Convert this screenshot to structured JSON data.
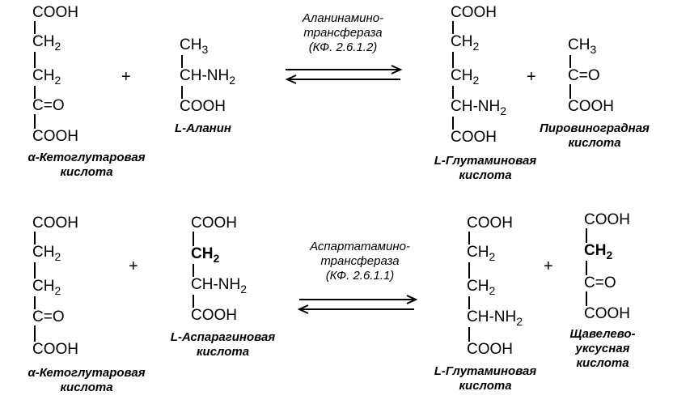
{
  "reaction1": {
    "enzyme": [
      "Аланинамино-",
      "трансфераза",
      "(КФ. 2.6.1.2)"
    ],
    "plus": "+",
    "akg": {
      "groups": [
        "COOH",
        "CH",
        "CH",
        "C=O",
        "COOH"
      ],
      "sub2": "2",
      "label": [
        "α-Кетоглутаровая",
        "кислота"
      ]
    },
    "ala": {
      "groups": [
        "CH",
        "CH-NH",
        "COOH"
      ],
      "sub3": "3",
      "sub2": "2",
      "label": [
        "L-Аланин"
      ]
    },
    "glu": {
      "groups": [
        "COOH",
        "CH",
        "CH",
        "CH-NH",
        "COOH"
      ],
      "sub2": "2",
      "label": [
        "L-Глутаминовая",
        "кислота"
      ]
    },
    "pyr": {
      "groups": [
        "CH",
        "C=O",
        "COOH"
      ],
      "sub3": "3",
      "label": [
        "Пировиноградная",
        "кислота"
      ]
    }
  },
  "reaction2": {
    "enzyme": [
      "Аспартатамино-",
      "трансфераза",
      "(КФ. 2.6.1.1)"
    ],
    "plus": "+",
    "akg": {
      "groups": [
        "COOH",
        "CH",
        "CH",
        "C=O",
        "COOH"
      ],
      "sub2": "2",
      "label": [
        "α-Кетоглутаровая",
        "кислота"
      ]
    },
    "asp": {
      "groups": [
        "COOH",
        "CH",
        "CH-NH",
        "COOH"
      ],
      "sub2": "2",
      "label": [
        "L-Аспарагиновая",
        "кислота"
      ]
    },
    "glu": {
      "groups": [
        "COOH",
        "CH",
        "CH",
        "CH-NH",
        "COOH"
      ],
      "sub2": "2",
      "label": [
        "L-Глутаминовая",
        "кислота"
      ]
    },
    "oaa": {
      "groups": [
        "COOH",
        "CH",
        "C=O",
        "COOH"
      ],
      "sub2": "2",
      "label": [
        "Щавелево-",
        "уксусная",
        "кислота"
      ]
    }
  }
}
